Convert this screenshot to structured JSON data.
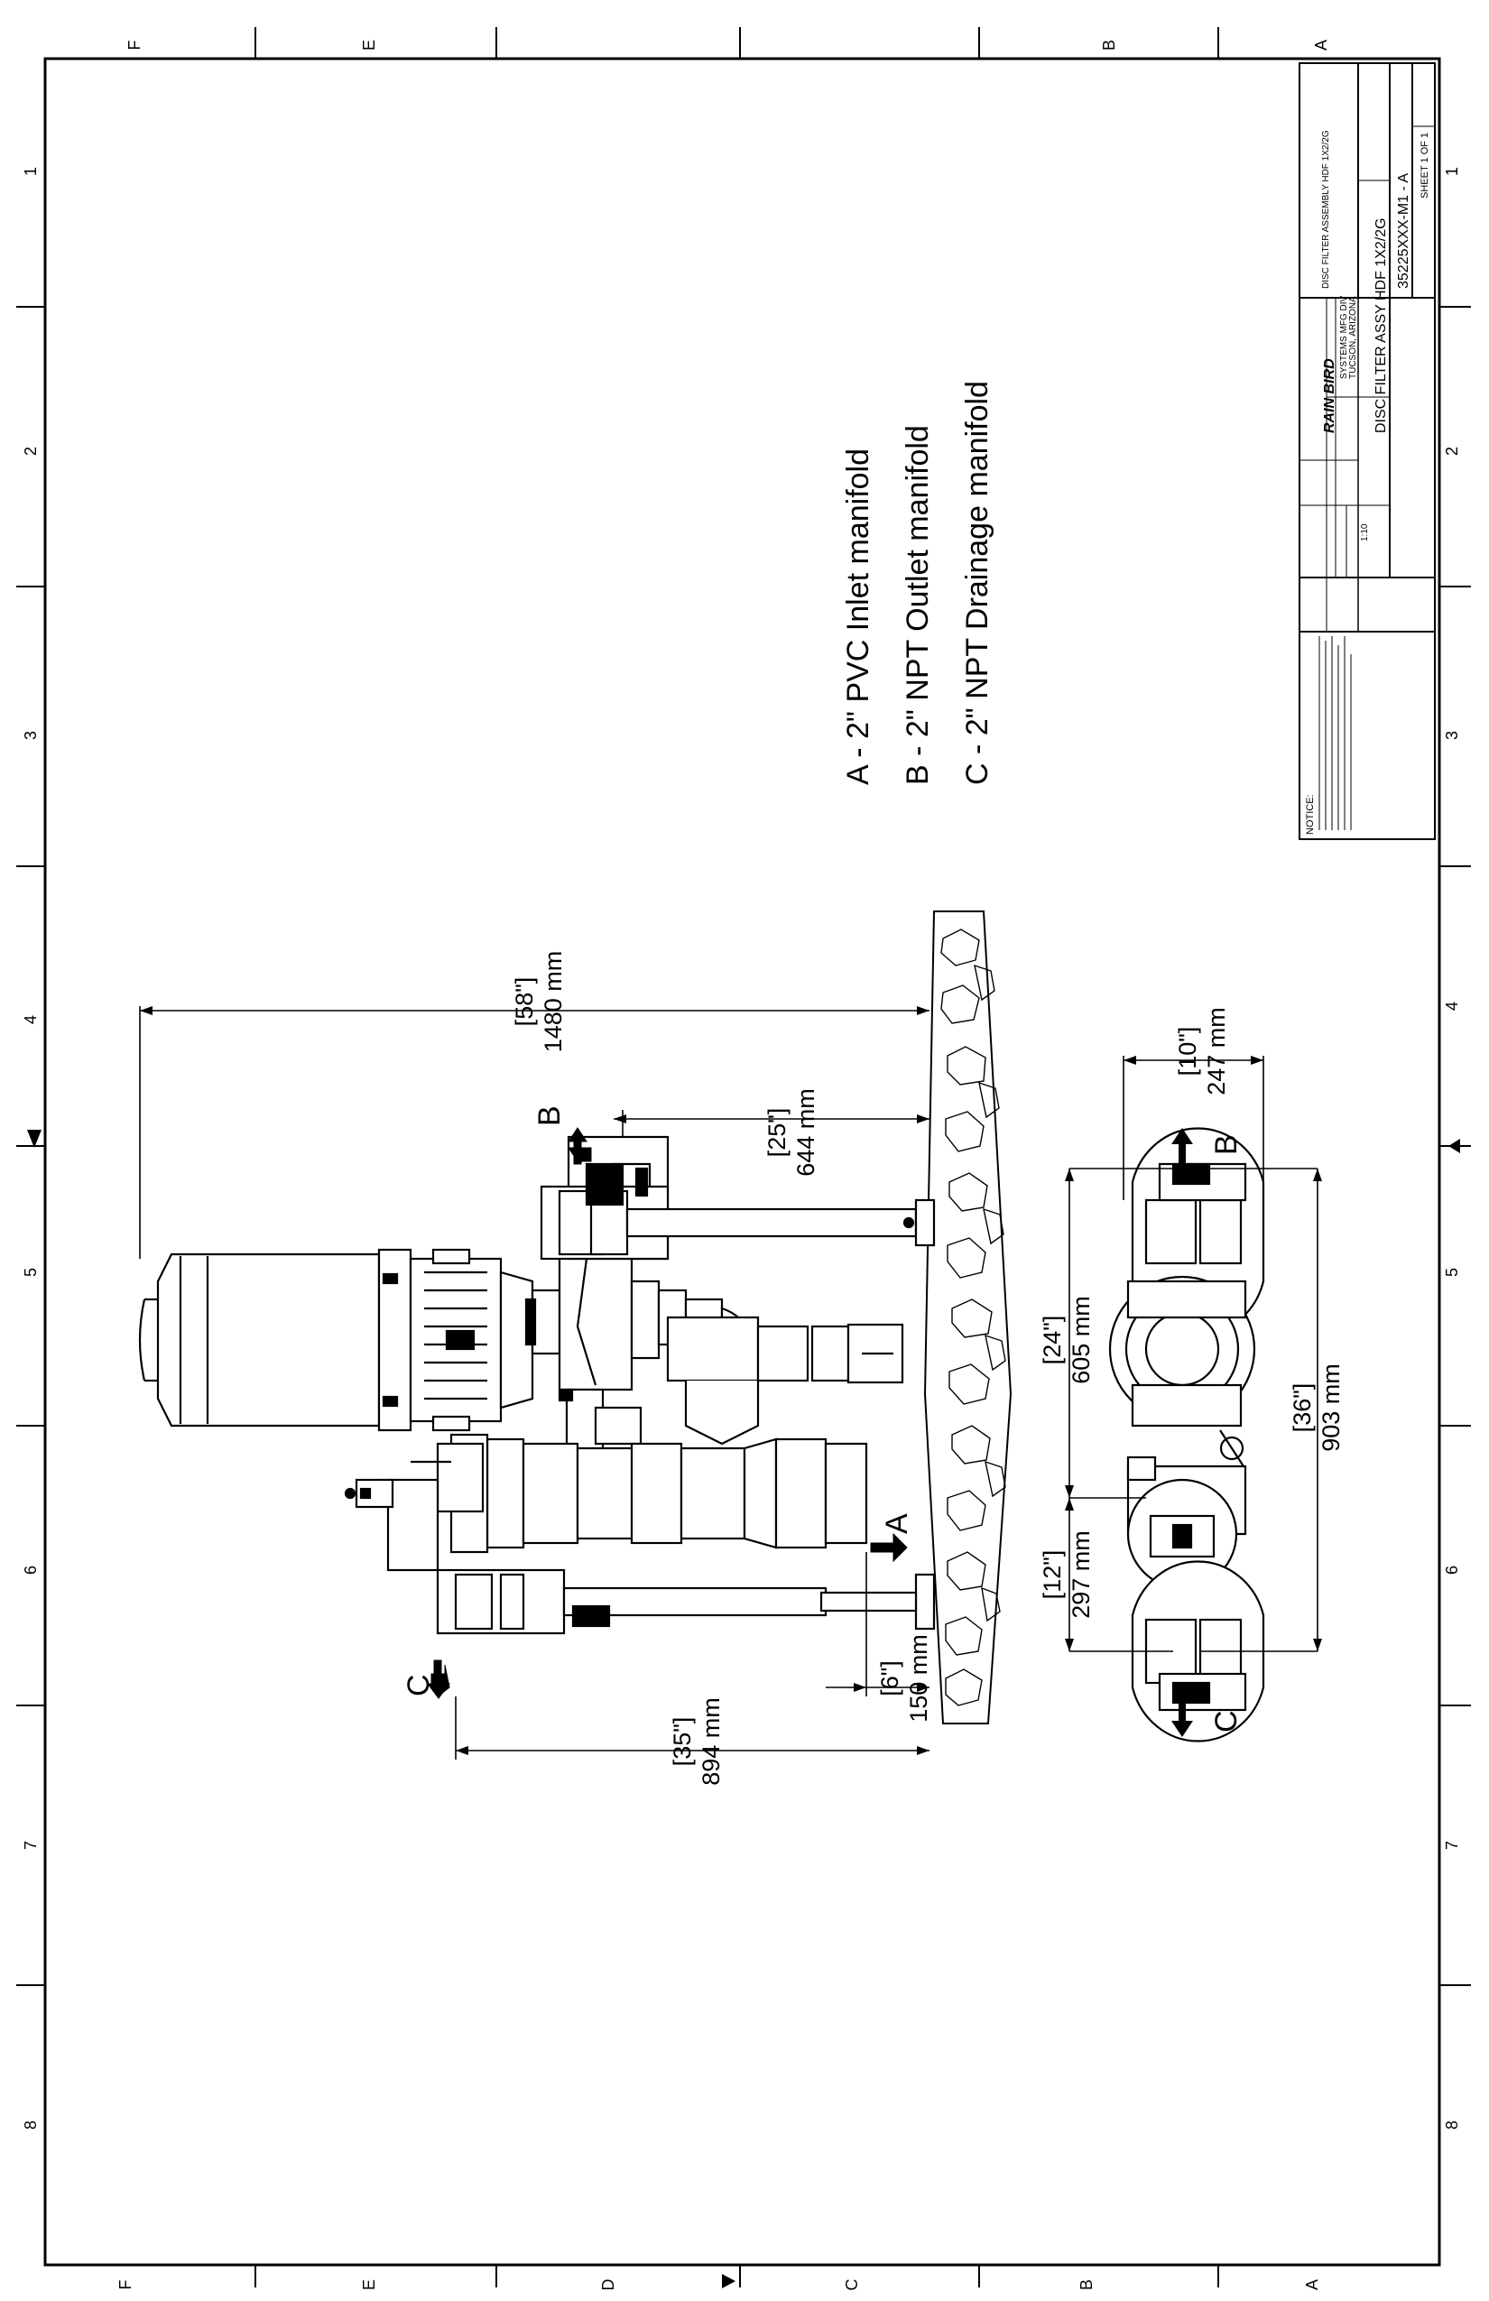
{
  "zones": {
    "rows": [
      "F",
      "E",
      "D",
      "C",
      "B",
      "A"
    ],
    "cols": [
      "1",
      "2",
      "3",
      "4",
      "5",
      "6",
      "7",
      "8"
    ]
  },
  "legend": [
    "A - 2\" PVC Inlet manifold",
    "B - 2\" NPT Outlet manifold",
    "C - 2\" NPT Drainage manifold"
  ],
  "ports": {
    "a": "A",
    "b": "B",
    "c": "C"
  },
  "side_view_dims": {
    "height_in": "[58\"]",
    "height_mm": "1480 mm",
    "outlet_in": "[25\"]",
    "outlet_mm": "644 mm",
    "drain_in": "[35\"]",
    "drain_mm": "894 mm",
    "inlet_in": "[6\"]",
    "inlet_mm": "150 mm"
  },
  "top_view_dims": {
    "depth_in": "[10\"]",
    "depth_mm": "247 mm",
    "span1_in": "[24\"]",
    "span1_mm": "605 mm",
    "total_in": "[36\"]",
    "total_mm": "903 mm",
    "span2_in": "[12\"]",
    "span2_mm": "297 mm"
  },
  "title_block": {
    "notice_label": "NOTICE:",
    "brand": "RAIN BIRD",
    "division": "SYSTEMS MFG DIV",
    "location": "TUCSON, ARIZONA",
    "title": "DISC FILTER ASSY HDF 1X2/2G",
    "product": "DISC FILTER ASSEMBLY HDF 1X2/2G",
    "part_number": "35225XXX-M1 - A",
    "sheet": "SHEET 1 OF 1",
    "scale": "1:10"
  }
}
